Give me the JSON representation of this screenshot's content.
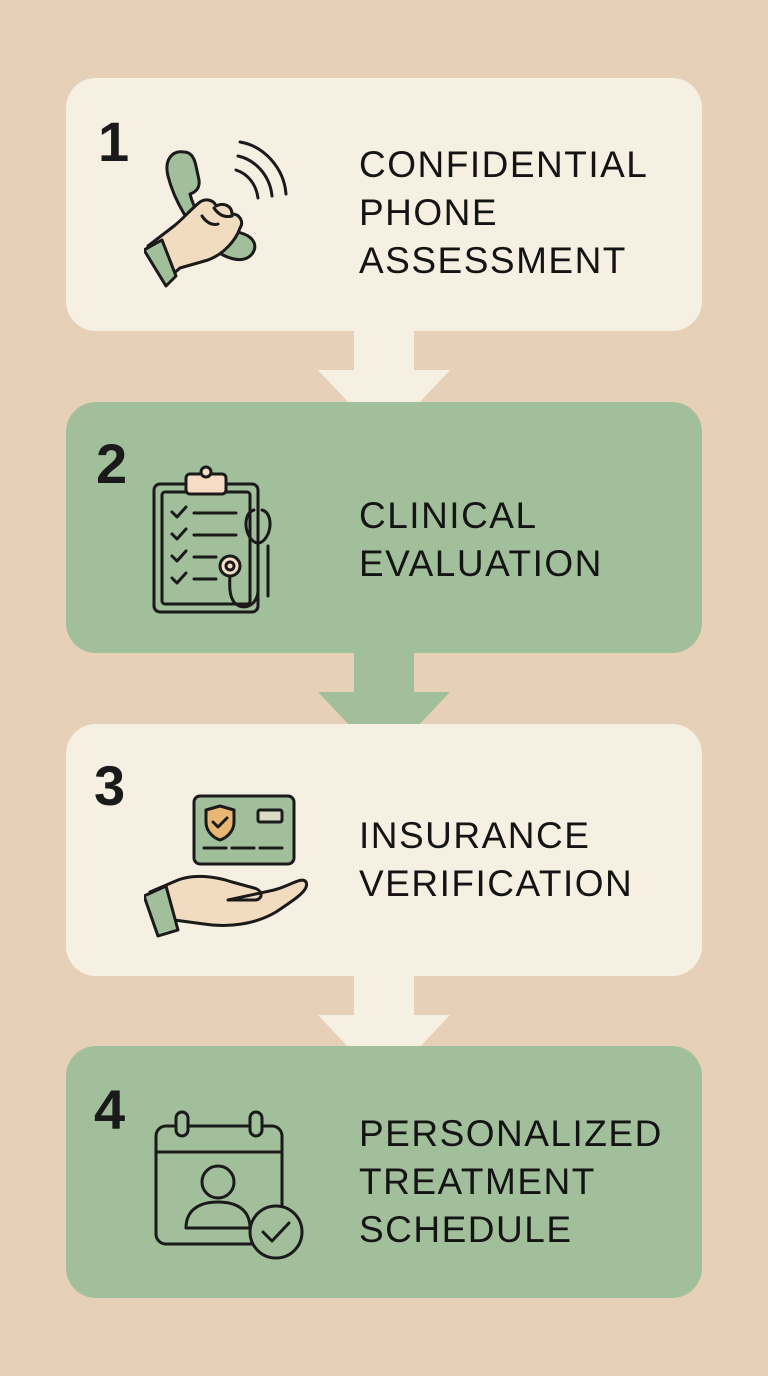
{
  "steps": [
    {
      "number": "1",
      "label_lines": [
        "CONFIDENTIAL",
        "PHONE",
        "ASSESSMENT"
      ],
      "icon": "phone-hand-icon",
      "theme": "cream"
    },
    {
      "number": "2",
      "label_lines": [
        "CLINICAL",
        "EVALUATION"
      ],
      "icon": "clipboard-stethoscope-icon",
      "theme": "green"
    },
    {
      "number": "3",
      "label_lines": [
        "INSURANCE",
        "VERIFICATION"
      ],
      "icon": "insurance-card-hand-icon",
      "theme": "cream"
    },
    {
      "number": "4",
      "label_lines": [
        "PERSONALIZED",
        "TREATMENT",
        "SCHEDULE"
      ],
      "icon": "calendar-person-check-icon",
      "theme": "green"
    }
  ],
  "colors": {
    "background": "#e6d1b8",
    "cream": "#f6f0e2",
    "green": "#a2bf9b",
    "skin": "#f1dcbf",
    "ink": "#1a1a1a"
  }
}
